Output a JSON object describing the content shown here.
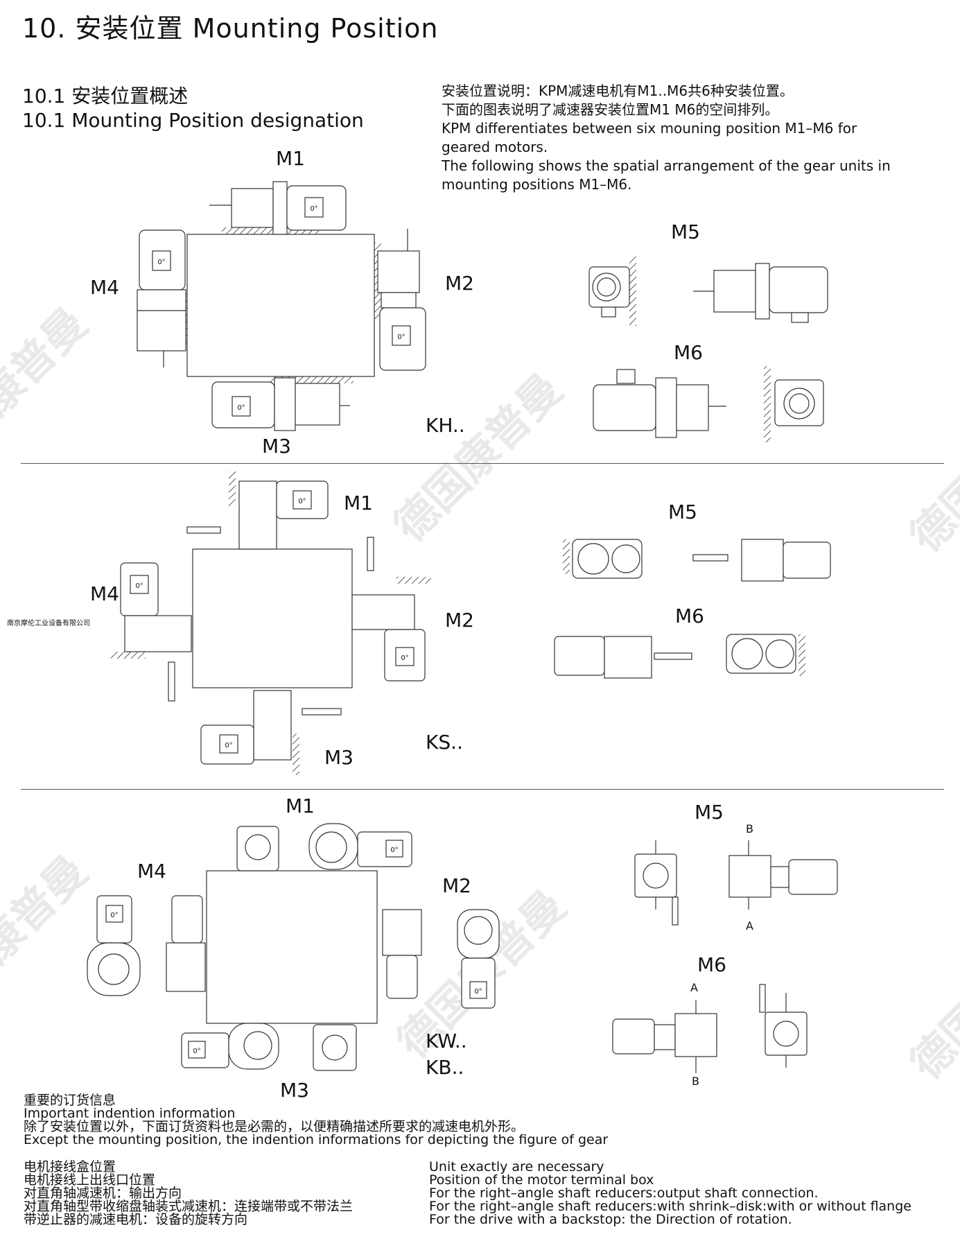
{
  "header": {
    "title": "10. 安装位置  Mounting Position",
    "sub_cn": "10.1 安装位置概述",
    "sub_en": "10.1 Mounting Position designation"
  },
  "intro": [
    "安装位置说明：KPM减速电机有M1..M6共6种安装位置。",
    "下面的图表说明了减速器安装位置M1    M6的空间排列。",
    "KPM differentiates between six mouning position M1–M6 for",
    "geared motors.",
    "The following shows the spatial arrangement of the gear units in",
    "mounting positions M1–M6."
  ],
  "motor_label": "0°",
  "position_labels": [
    "M1",
    "M2",
    "M3",
    "M4",
    "M5",
    "M6"
  ],
  "axis_labels": {
    "a": "A",
    "b": "B"
  },
  "types": {
    "kh": "KH..",
    "ks": "KS..",
    "kw": "KW..",
    "kb": "KB.."
  },
  "company": "南京摩伦工业设备有限公司",
  "watermark": "德国康普曼",
  "notes": {
    "title_cn": "重要的订货信息",
    "title_en": "Important indention information",
    "body_cn": "除了安装位置以外，下面订货资料也是必需的，以便精确描述所要求的减速电机外形。",
    "body_en": "Except the mounting position, the indention informations for depicting the figure of gear",
    "left": [
      "电机接线盒位置",
      "电机接线上出线口位置",
      "对直角轴减速机：输出方向",
      "对直角轴型带收缩盘轴装式减速机：连接端带或不带法兰",
      "带逆止器的减速电机：设备的旋转方向"
    ],
    "right": [
      "Unit exactly are necessary",
      "Position of the motor terminal box",
      "For the right–angle shaft reducers:output shaft connection.",
      "For the right–angle shaft reducers:with shrink–disk:with or without flange",
      "For the drive with a backstop: the Direction of rotation."
    ]
  }
}
